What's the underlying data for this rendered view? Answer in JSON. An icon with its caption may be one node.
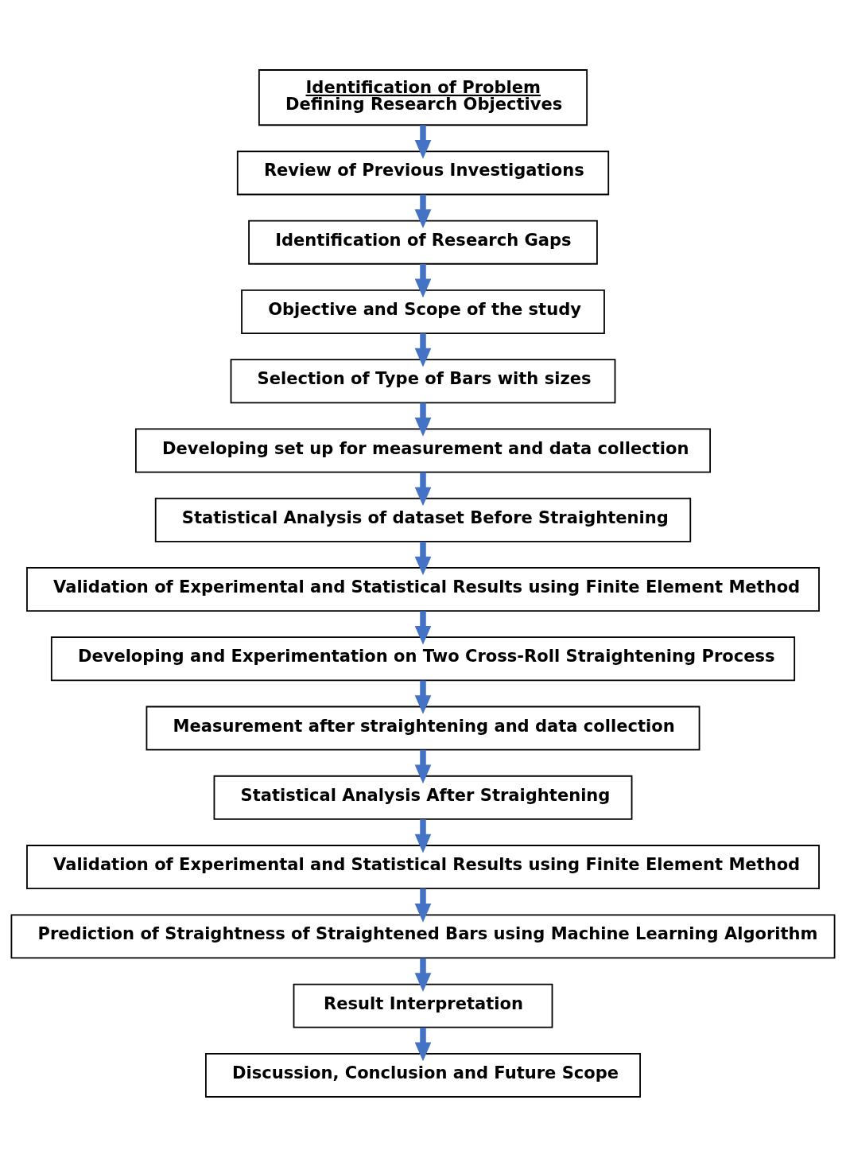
{
  "diagram": {
    "nodes": [
      {
        "text": [
          "Identification of Problem",
          "Defining Research Objectives"
        ]
      },
      {
        "text": [
          "Review of Previous Investigations"
        ]
      },
      {
        "text": [
          "Identification of Research Gaps"
        ]
      },
      {
        "text": [
          "Objective and Scope of the study"
        ]
      },
      {
        "text": [
          "Selection of Type of Bars with sizes"
        ]
      },
      {
        "text": [
          "Developing set up for measurement and data collection"
        ]
      },
      {
        "text": [
          "Statistical Analysis of dataset Before Straightening"
        ]
      },
      {
        "text": [
          "Validation of Experimental and Statistical Results using Finite Element Method"
        ]
      },
      {
        "text": [
          "Developing and Experimentation on Two Cross-Roll Straightening Process"
        ]
      },
      {
        "text": [
          "Measurement after straightening and data collection"
        ]
      },
      {
        "text": [
          "Statistical Analysis After Straightening"
        ]
      },
      {
        "text": [
          "Validation of Experimental and Statistical Results using Finite Element Method"
        ]
      },
      {
        "text": [
          "Prediction of Straightness of Straightened Bars using Machine Learning Algorithm"
        ]
      },
      {
        "text": [
          "Result Interpretation"
        ]
      },
      {
        "text": [
          "Discussion, Conclusion and Future Scope"
        ]
      }
    ],
    "edges": [
      {
        "from": 0,
        "to": 1,
        "arrow": "to"
      },
      {
        "from": 1,
        "to": 2,
        "arrow": "to"
      },
      {
        "from": 2,
        "to": 3,
        "arrow": "to"
      },
      {
        "from": 3,
        "to": 4,
        "arrow": "to"
      },
      {
        "from": 4,
        "to": 5,
        "arrow": "to"
      },
      {
        "from": 5,
        "to": 6,
        "arrow": "to"
      },
      {
        "from": 6,
        "to": 7,
        "arrow": "to"
      },
      {
        "from": 7,
        "to": 8,
        "arrow": "to"
      },
      {
        "from": 8,
        "to": 9,
        "arrow": "to"
      },
      {
        "from": 9,
        "to": 10,
        "arrow": "to"
      },
      {
        "from": 10,
        "to": 11,
        "arrow": "to"
      },
      {
        "from": 11,
        "to": 12,
        "arrow": "to"
      },
      {
        "from": 12,
        "to": 13,
        "arrow": "to"
      },
      {
        "from": 13,
        "to": 14,
        "arrow": "to"
      }
    ]
  }
}
